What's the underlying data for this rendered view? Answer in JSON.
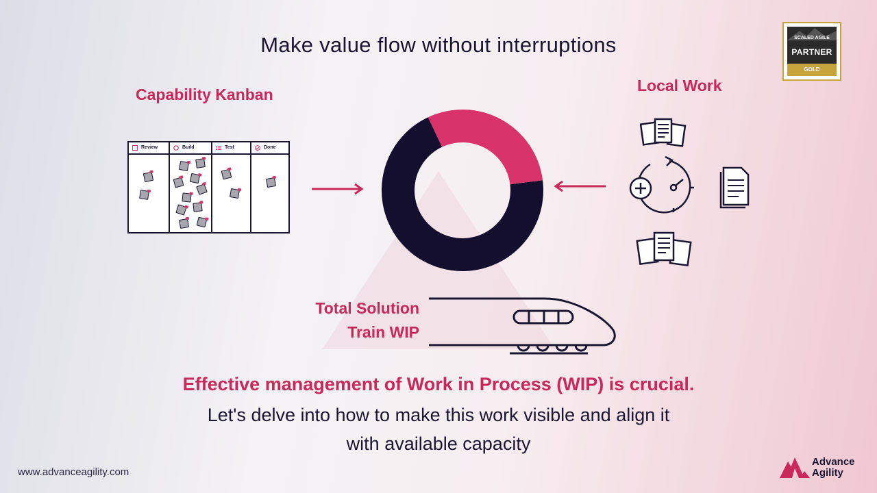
{
  "headline": "Make value flow without interruptions",
  "kanban": {
    "title": "Capability Kanban",
    "columns": [
      "Review",
      "Build",
      "Test",
      "Done"
    ]
  },
  "local_work": {
    "title": "Local Work"
  },
  "train": {
    "line1": "Total Solution",
    "line2": "Train WIP"
  },
  "wip_donut": {
    "pink_fraction": 0.3,
    "colors": {
      "main": "#140f2e",
      "accent": "#d8336a"
    }
  },
  "message": {
    "cta": "Effective management of Work in Process (WIP) is crucial.",
    "line1": "Let's delve into how to make this work visible and align it",
    "line2": "with available capacity"
  },
  "footer": {
    "url": "www.advanceagility.com"
  },
  "badge": {
    "top": "SCALED AGILE",
    "main": "PARTNER",
    "tier": "GOLD"
  },
  "brand": {
    "word1": "Advance",
    "word2": "Agility"
  },
  "icons": [
    "kanban-board-icon",
    "documents-icon",
    "clock-icon",
    "plus-icon",
    "document-icon",
    "train-icon",
    "arrow-right-icon",
    "arrow-left-icon"
  ],
  "colors": {
    "accent": "#c8285a",
    "ink": "#1a1530",
    "gold": "#c7a33c"
  }
}
